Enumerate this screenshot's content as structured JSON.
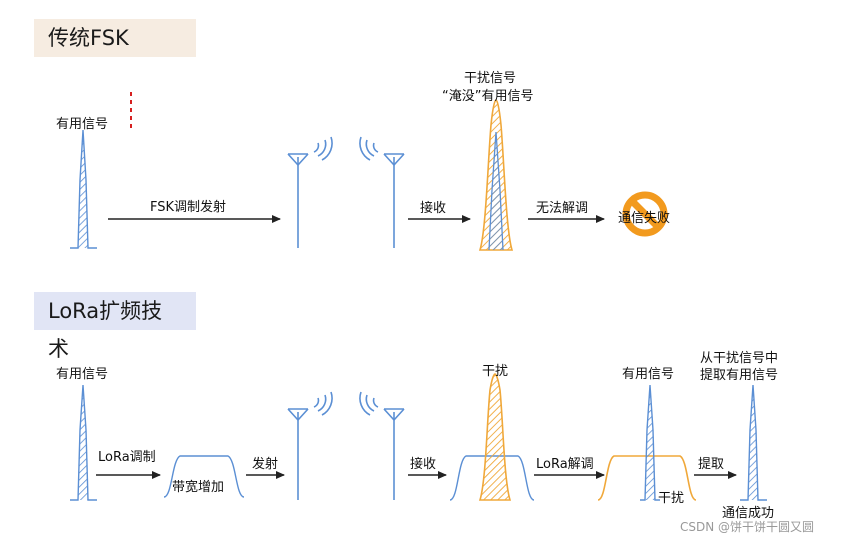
{
  "sections": {
    "fsk": {
      "title": "传统FSK",
      "signal_label": "有用信号",
      "mod_label": "FSK调制发射",
      "recv_label": "接收",
      "interference_line1": "干扰信号",
      "interference_line2": "“淹没”有用信号",
      "demod_label": "无法解调",
      "fail_label": "通信失败"
    },
    "lora": {
      "title": "LoRa扩频技术",
      "signal_label": "有用信号",
      "mod_label": "LoRa调制",
      "bandwidth_label": "带宽增加",
      "tx_label": "发射",
      "recv_label": "接收",
      "interference_label": "干扰",
      "demod_label": "LoRa解调",
      "signal_label2": "有用信号",
      "interference_label2": "干扰",
      "extract_line1": "从干扰信号中",
      "extract_line2": "提取有用信号",
      "extract_label": "提取",
      "success_label": "通信成功"
    }
  },
  "watermark": "CSDN @饼干饼干圆又圆",
  "colors": {
    "signal_blue": "#5b8fd4",
    "interference_orange": "#f0a83a",
    "no_sign_orange": "#f29a1e",
    "arrow_dark": "#222222",
    "marker_red": "#d62020"
  }
}
